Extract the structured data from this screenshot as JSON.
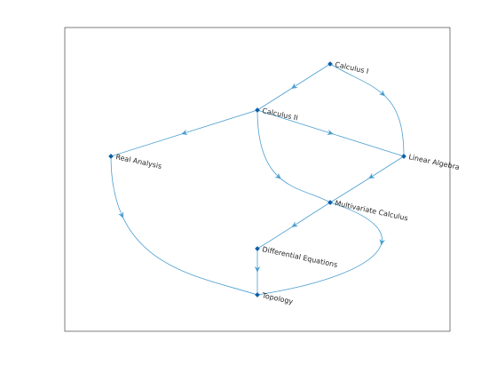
{
  "diagram": {
    "type": "directed-graph",
    "colors": {
      "edge": "#4a9fd0",
      "node": "#0b5ea8",
      "label": "#262626",
      "axes": "#262626"
    },
    "nodes": [
      {
        "id": "calc1",
        "label": "Calculus I"
      },
      {
        "id": "calc2",
        "label": "Calculus II"
      },
      {
        "id": "linalg",
        "label": "Linear  Algebra"
      },
      {
        "id": "real",
        "label": "Real Analysis"
      },
      {
        "id": "multi",
        "label": "Multivariate Calculus"
      },
      {
        "id": "diffeq",
        "label": "Differential Equations"
      },
      {
        "id": "topo",
        "label": "Topology"
      }
    ],
    "edges": [
      {
        "from": "calc1",
        "to": "calc2"
      },
      {
        "from": "calc1",
        "to": "linalg"
      },
      {
        "from": "calc2",
        "to": "real"
      },
      {
        "from": "calc2",
        "to": "linalg"
      },
      {
        "from": "calc2",
        "to": "multi"
      },
      {
        "from": "linalg",
        "to": "multi"
      },
      {
        "from": "real",
        "to": "topo"
      },
      {
        "from": "multi",
        "to": "diffeq"
      },
      {
        "from": "multi",
        "to": "topo"
      },
      {
        "from": "diffeq",
        "to": "topo"
      }
    ]
  }
}
